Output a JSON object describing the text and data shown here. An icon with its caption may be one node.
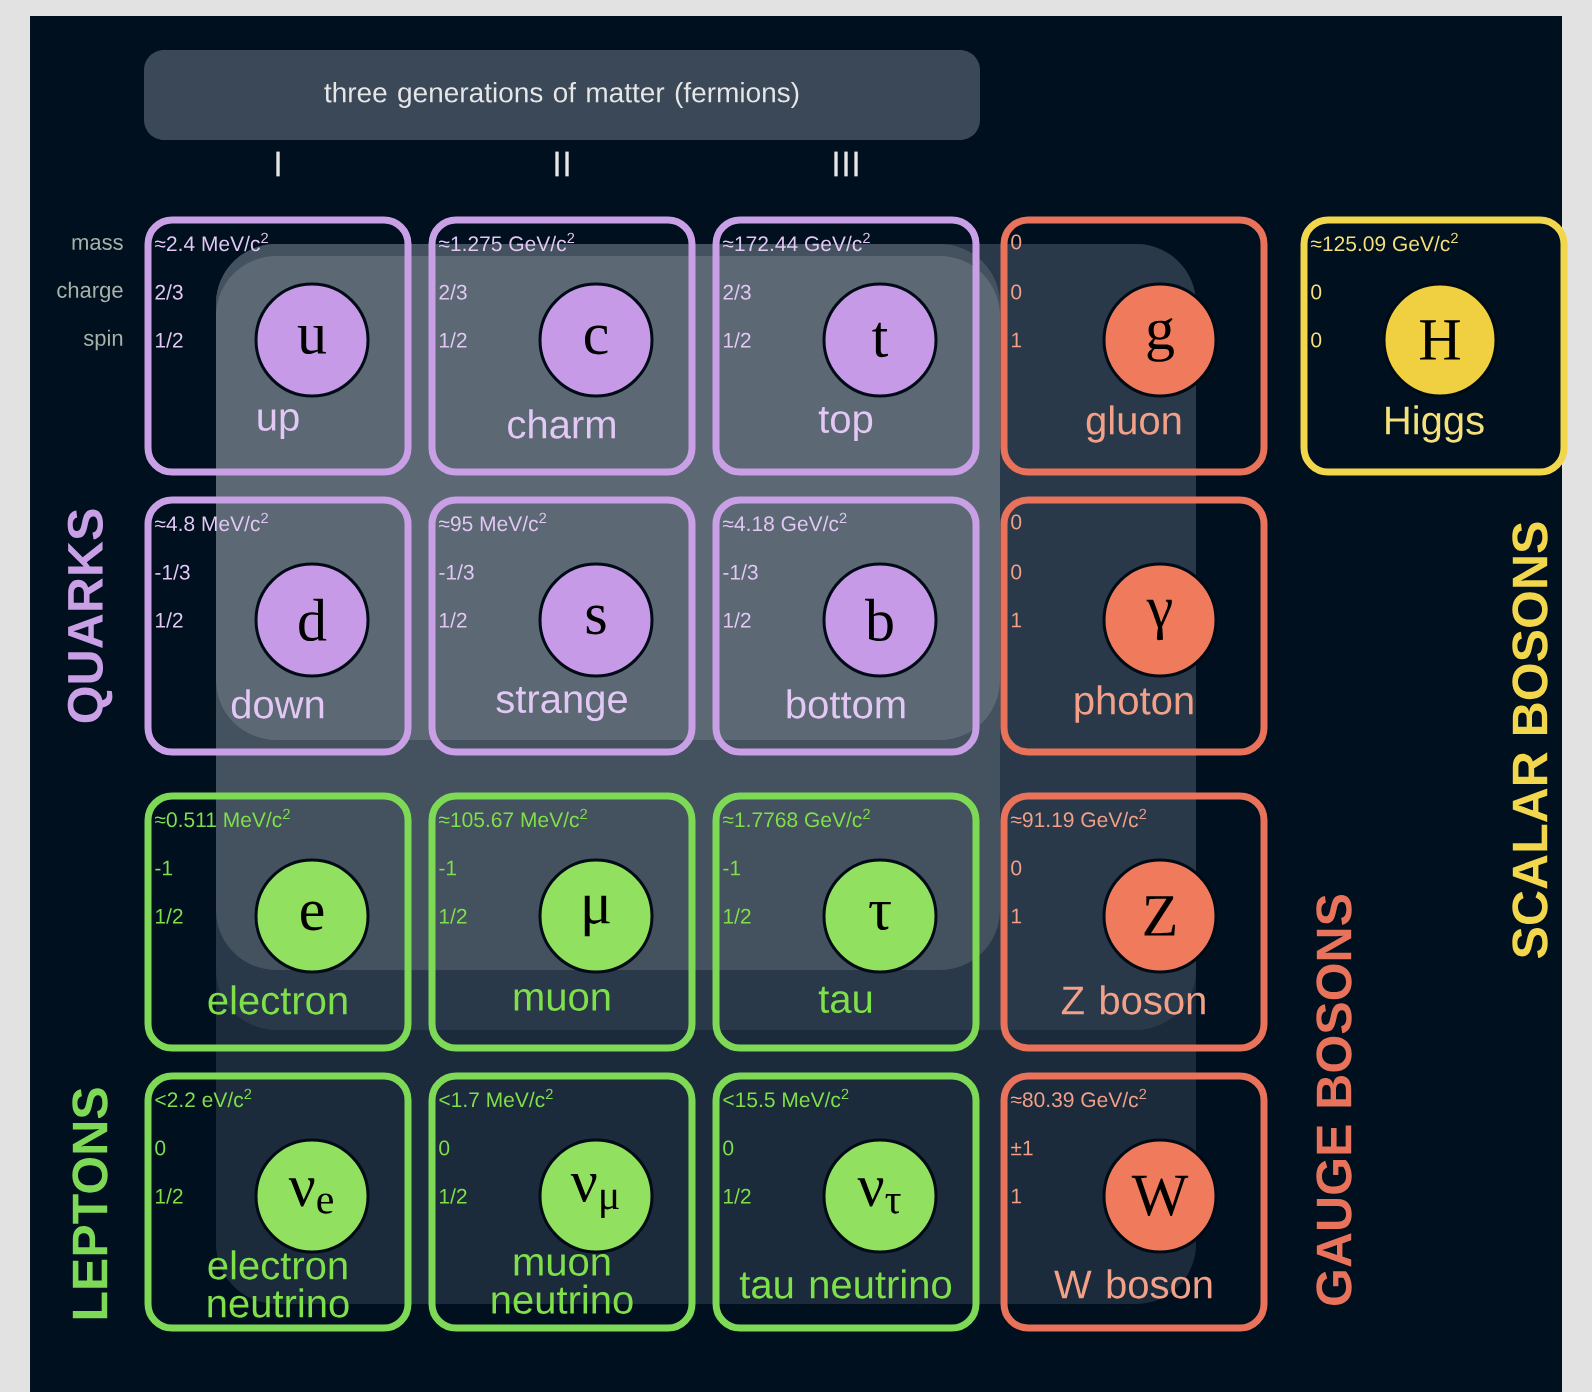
{
  "diagram": {
    "nodes": [
      {
        "text": [
          "three generations of matter (fermions)"
        ]
      },
      {
        "text": [
          "≈2.4 MeV/c$^{2}$",
          "2/3",
          "1/2",
          "up"
        ]
      },
      {
        "text": [
          "u"
        ],
        "in": 1
      },
      {
        "text": [
          "≈1.275 GeV/c$^{2}$",
          "2/3",
          "1/2",
          "charm"
        ]
      },
      {
        "text": [
          "c"
        ],
        "in": 3
      },
      {
        "text": [
          "≈172.44 GeV/c$^{2}$",
          "2/3",
          "1/2",
          "top"
        ]
      },
      {
        "text": [
          "t"
        ],
        "in": 5
      },
      {
        "text": [
          "0",
          "0",
          "1",
          "gluon"
        ]
      },
      {
        "text": [
          "g"
        ],
        "in": 7
      },
      {
        "text": [
          "≈125.09 GeV/c$^{2}$",
          "0",
          "0",
          "Higgs"
        ]
      },
      {
        "text": [
          "H"
        ],
        "in": 9
      },
      {
        "text": [
          "≈4.8 MeV/c$^{2}$",
          "-1/3",
          "1/2",
          "down"
        ]
      },
      {
        "text": [
          "d"
        ],
        "in": 11
      },
      {
        "text": [
          "≈95 MeV/c$^{2}$",
          "-1/3",
          "1/2",
          "strange"
        ]
      },
      {
        "text": [
          "s"
        ],
        "in": 13
      },
      {
        "text": [
          "≈4.18 GeV/c$^{2}$",
          "-1/3",
          "1/2",
          "bottom"
        ]
      },
      {
        "text": [
          "b"
        ],
        "in": 15
      },
      {
        "text": [
          "0",
          "0",
          "1",
          "photon"
        ]
      },
      {
        "text": [
          "γ"
        ],
        "in": 17
      },
      {
        "text": [
          "≈0.511 MeV/c$^{2}$",
          "-1",
          "1/2",
          "electron"
        ]
      },
      {
        "text": [
          "e"
        ],
        "in": 19
      },
      {
        "text": [
          "≈105.67 MeV/c$^{2}$",
          "-1",
          "1/2",
          "muon"
        ]
      },
      {
        "text": [
          "μ"
        ],
        "in": 21
      },
      {
        "text": [
          "≈1.7768 GeV/c$^{2}$",
          "-1",
          "1/2",
          "tau"
        ]
      },
      {
        "text": [
          "τ"
        ],
        "in": 23
      },
      {
        "text": [
          "≈91.19 GeV/c$^{2}$",
          "0",
          "1",
          "Z boson"
        ]
      },
      {
        "text": [
          "Z"
        ],
        "in": 25
      },
      {
        "text": [
          "<2.2 eV/c$^{2}$",
          "0",
          "1/2",
          "electron neutrino"
        ]
      },
      {
        "text": [
          "ν$_{e}$"
        ],
        "in": 27
      },
      {
        "text": [
          "<1.7 MeV/c$^{2}$",
          "0",
          "1/2",
          "muon neutrino"
        ]
      },
      {
        "text": [
          "ν$_{μ}$"
        ],
        "in": 29
      },
      {
        "text": [
          "<15.5 MeV/c$^{2}$",
          "0",
          "1/2",
          "tau neutrino"
        ]
      },
      {
        "text": [
          "ν$_{τ}$"
        ],
        "in": 31
      },
      {
        "text": [
          "≈80.39 GeV/c$^{2}$",
          "±1",
          "1",
          "W boson"
        ]
      },
      {
        "text": [
          "W"
        ],
        "in": 33
      }
    ],
    "labels": [
      "I",
      "II",
      "III",
      "mass",
      "charge",
      "spin",
      "QUARKS",
      "LEPTONS",
      "GAUGE BOSONS",
      "SCALAR BOSONS"
    ]
  }
}
